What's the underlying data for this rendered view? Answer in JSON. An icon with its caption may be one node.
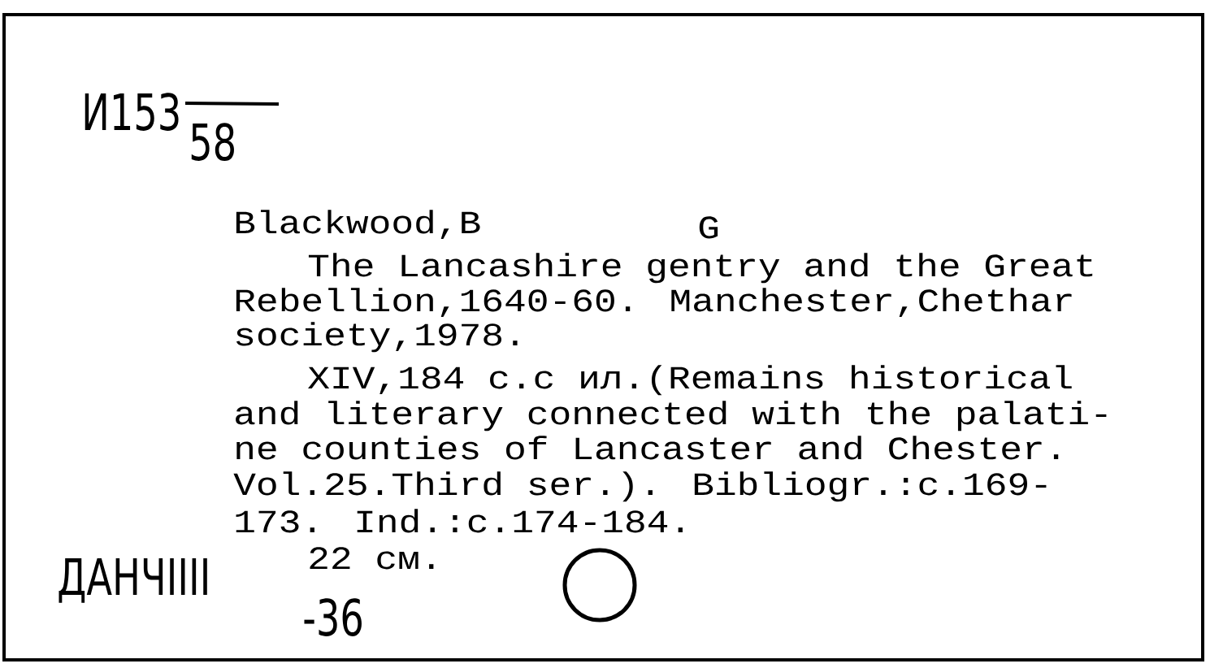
{
  "diagram": {
    "nodes": [
      {
        "text": [],
        "shape": "circle"
      }
    ],
    "labels": [
      "И153",
      "58",
      "Blackwood,B",
      "G",
      "The Lancashire gentry and the Great",
      "Rebellion,1640-60.  Manchester,Chethar",
      "society,1978.",
      "XIV,184 с.с ил.(Remains historical",
      "and literary connected with the palati-",
      "ne counties of Lancaster and Chester.",
      "Vol.25.Third ser.).  Bibliogr.:с.169-",
      "173. Ind.:с.174-184.",
      "22 см.",
      "ДАНЧIIII",
      "-36"
    ]
  }
}
